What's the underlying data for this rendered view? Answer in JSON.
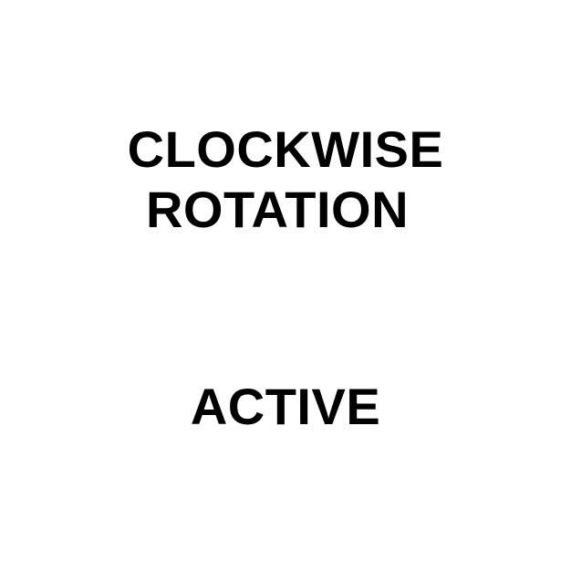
{
  "sign": {
    "title_line_1": "CLOCKWISE",
    "title_line_2": "ROTATION",
    "status": "ACTIVE"
  },
  "colors": {
    "background": "#ffffff",
    "text": "#000000"
  }
}
